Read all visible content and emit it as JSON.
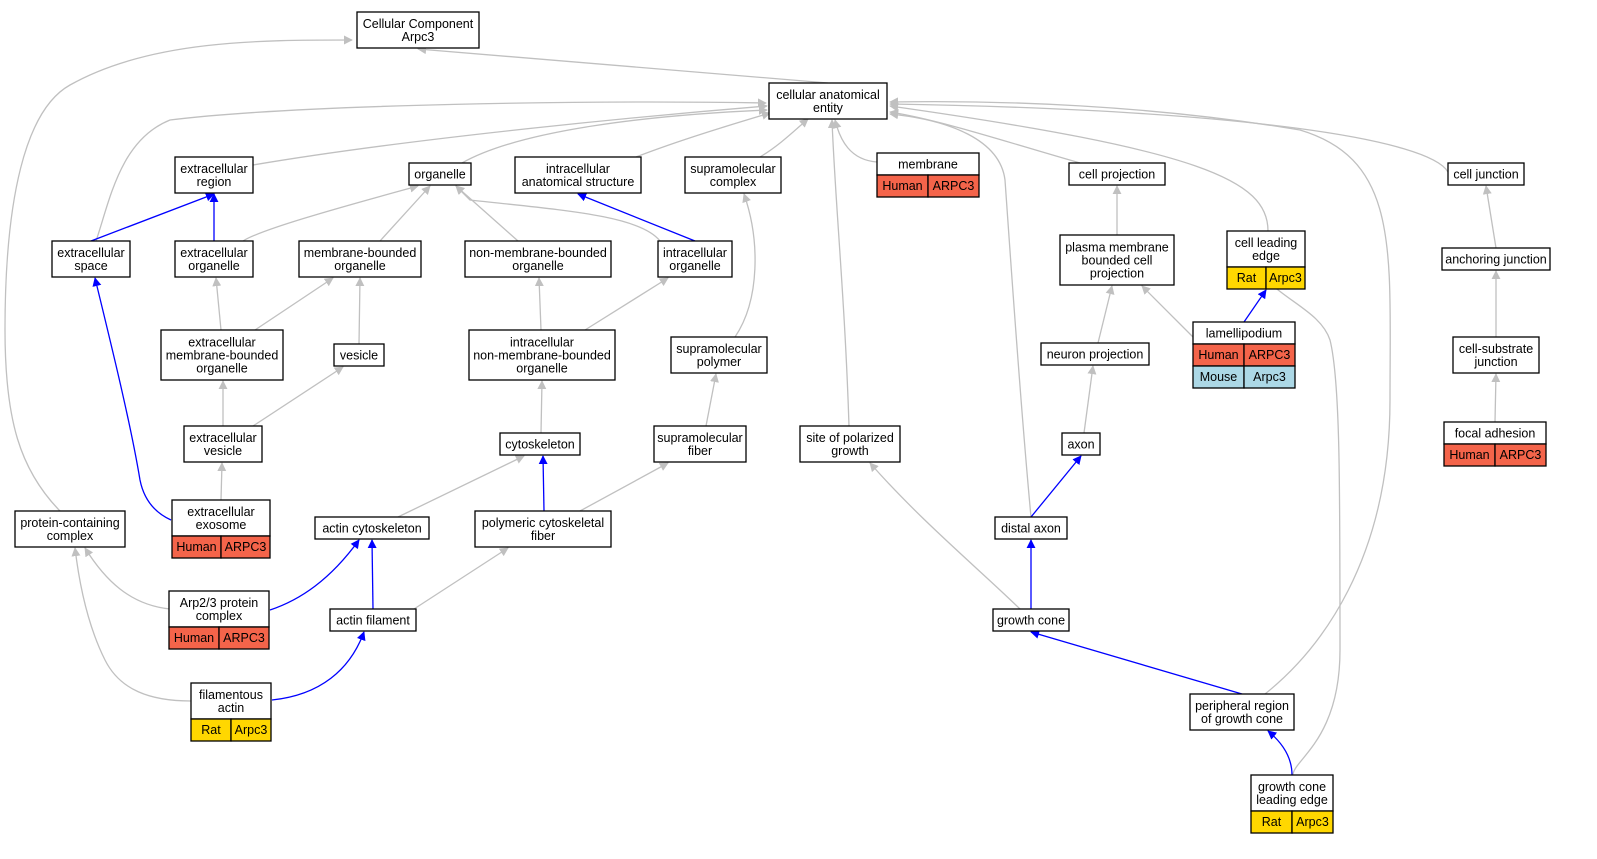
{
  "colors": {
    "edge_gray": "#c0c0c0",
    "edge_blue": "#0000ff",
    "human": "#f4644a",
    "rat": "#ffd700",
    "mouse": "#acd8e6"
  },
  "nodes": [
    {
      "id": "root",
      "lines": [
        "Cellular Component",
        "Arpc3"
      ]
    },
    {
      "id": "cae",
      "lines": [
        "cellular anatomical",
        "entity"
      ]
    },
    {
      "id": "ext_region",
      "lines": [
        "extracellular",
        "region"
      ]
    },
    {
      "id": "organelle",
      "lines": [
        "organelle"
      ]
    },
    {
      "id": "ias",
      "lines": [
        "intracellular",
        "anatomical structure"
      ]
    },
    {
      "id": "smc",
      "lines": [
        "supramolecular",
        "complex"
      ]
    },
    {
      "id": "membrane",
      "lines": [
        "membrane"
      ],
      "tags": [
        {
          "label": "Human",
          "kind": "human"
        },
        {
          "label": "ARPC3",
          "kind": "human"
        }
      ]
    },
    {
      "id": "cell_proj",
      "lines": [
        "cell projection"
      ]
    },
    {
      "id": "cell_junction",
      "lines": [
        "cell junction"
      ]
    },
    {
      "id": "ext_space",
      "lines": [
        "extracellular",
        "space"
      ]
    },
    {
      "id": "ext_organelle",
      "lines": [
        "extracellular",
        "organelle"
      ]
    },
    {
      "id": "mbo",
      "lines": [
        "membrane-bounded",
        "organelle"
      ]
    },
    {
      "id": "nmbo",
      "lines": [
        "non-membrane-bounded",
        "organelle"
      ]
    },
    {
      "id": "ic_organelle",
      "lines": [
        "intracellular",
        "organelle"
      ]
    },
    {
      "id": "pmbcp",
      "lines": [
        "plasma membrane",
        "bounded cell",
        "projection"
      ]
    },
    {
      "id": "cle",
      "lines": [
        "cell leading",
        "edge"
      ],
      "tags": [
        {
          "label": "Rat",
          "kind": "rat"
        },
        {
          "label": "Arpc3",
          "kind": "rat"
        }
      ]
    },
    {
      "id": "anch_junction",
      "lines": [
        "anchoring junction"
      ]
    },
    {
      "id": "embo",
      "lines": [
        "extracellular",
        "membrane-bounded",
        "organelle"
      ]
    },
    {
      "id": "vesicle",
      "lines": [
        "vesicle"
      ]
    },
    {
      "id": "inmbo",
      "lines": [
        "intracellular",
        "non-membrane-bounded",
        "organelle"
      ]
    },
    {
      "id": "smp",
      "lines": [
        "supramolecular",
        "polymer"
      ]
    },
    {
      "id": "lamellipodium",
      "lines": [
        "lamellipodium"
      ],
      "tags": [
        {
          "label": "Human",
          "kind": "human"
        },
        {
          "label": "ARPC3",
          "kind": "human"
        },
        {
          "label": "Mouse",
          "kind": "mouse"
        },
        {
          "label": "Arpc3",
          "kind": "mouse"
        }
      ]
    },
    {
      "id": "neuron_proj",
      "lines": [
        "neuron projection"
      ]
    },
    {
      "id": "csj",
      "lines": [
        "cell-substrate",
        "junction"
      ]
    },
    {
      "id": "ext_vesicle",
      "lines": [
        "extracellular",
        "vesicle"
      ]
    },
    {
      "id": "cytoskeleton",
      "lines": [
        "cytoskeleton"
      ]
    },
    {
      "id": "smf",
      "lines": [
        "supramolecular",
        "fiber"
      ]
    },
    {
      "id": "spg",
      "lines": [
        "site of polarized",
        "growth"
      ]
    },
    {
      "id": "axon",
      "lines": [
        "axon"
      ]
    },
    {
      "id": "focal_adhesion",
      "lines": [
        "focal adhesion"
      ],
      "tags": [
        {
          "label": "Human",
          "kind": "human"
        },
        {
          "label": "ARPC3",
          "kind": "human"
        }
      ]
    },
    {
      "id": "pcc",
      "lines": [
        "protein-containing",
        "complex"
      ]
    },
    {
      "id": "exosome",
      "lines": [
        "extracellular",
        "exosome"
      ],
      "tags": [
        {
          "label": "Human",
          "kind": "human"
        },
        {
          "label": "ARPC3",
          "kind": "human"
        }
      ]
    },
    {
      "id": "actin_cyto",
      "lines": [
        "actin cytoskeleton"
      ]
    },
    {
      "id": "pcf",
      "lines": [
        "polymeric cytoskeletal",
        "fiber"
      ]
    },
    {
      "id": "distal_axon",
      "lines": [
        "distal axon"
      ]
    },
    {
      "id": "arp23",
      "lines": [
        "Arp2/3 protein",
        "complex"
      ],
      "tags": [
        {
          "label": "Human",
          "kind": "human"
        },
        {
          "label": "ARPC3",
          "kind": "human"
        }
      ]
    },
    {
      "id": "actin_fil",
      "lines": [
        "actin filament"
      ]
    },
    {
      "id": "growth_cone",
      "lines": [
        "growth cone"
      ]
    },
    {
      "id": "fil_actin",
      "lines": [
        "filamentous",
        "actin"
      ],
      "tags": [
        {
          "label": "Rat",
          "kind": "rat"
        },
        {
          "label": "Arpc3",
          "kind": "rat"
        }
      ]
    },
    {
      "id": "prgc",
      "lines": [
        "peripheral region",
        "of growth cone"
      ]
    },
    {
      "id": "gcle",
      "lines": [
        "growth cone",
        "leading edge"
      ],
      "tags": [
        {
          "label": "Rat",
          "kind": "rat"
        },
        {
          "label": "Arpc3",
          "kind": "rat"
        }
      ]
    }
  ],
  "edges": [
    {
      "from": "cae",
      "to": "root",
      "color": "gray"
    },
    {
      "from": "pcc",
      "to": "root",
      "color": "gray"
    },
    {
      "from": "ext_region",
      "to": "cae",
      "color": "gray"
    },
    {
      "from": "organelle",
      "to": "cae",
      "color": "gray"
    },
    {
      "from": "ias",
      "to": "cae",
      "color": "gray"
    },
    {
      "from": "smc",
      "to": "cae",
      "color": "gray"
    },
    {
      "from": "membrane",
      "to": "cae",
      "color": "gray"
    },
    {
      "from": "cell_proj",
      "to": "cae",
      "color": "gray"
    },
    {
      "from": "cell_junction",
      "to": "cae",
      "color": "gray"
    },
    {
      "from": "ext_space",
      "to": "cae",
      "color": "gray"
    },
    {
      "from": "cle",
      "to": "cae",
      "color": "gray"
    },
    {
      "from": "spg",
      "to": "cae",
      "color": "gray"
    },
    {
      "from": "distal_axon",
      "to": "cae",
      "color": "gray"
    },
    {
      "from": "prgc",
      "to": "cae",
      "color": "gray"
    },
    {
      "from": "ext_space",
      "to": "ext_region",
      "color": "blue"
    },
    {
      "from": "ext_organelle",
      "to": "ext_region",
      "color": "blue"
    },
    {
      "from": "ext_organelle",
      "to": "organelle",
      "color": "gray"
    },
    {
      "from": "mbo",
      "to": "organelle",
      "color": "gray"
    },
    {
      "from": "nmbo",
      "to": "organelle",
      "color": "gray"
    },
    {
      "from": "ic_organelle",
      "to": "organelle",
      "color": "gray"
    },
    {
      "from": "ic_organelle",
      "to": "ias",
      "color": "blue"
    },
    {
      "from": "smp",
      "to": "smc",
      "color": "gray"
    },
    {
      "from": "pmbcp",
      "to": "cell_proj",
      "color": "gray"
    },
    {
      "from": "lamellipodium",
      "to": "cle",
      "color": "blue"
    },
    {
      "from": "gcle",
      "to": "cle",
      "color": "gray"
    },
    {
      "from": "lamellipodium",
      "to": "pmbcp",
      "color": "gray"
    },
    {
      "from": "neuron_proj",
      "to": "pmbcp",
      "color": "gray"
    },
    {
      "from": "anch_junction",
      "to": "cell_junction",
      "color": "gray"
    },
    {
      "from": "csj",
      "to": "anch_junction",
      "color": "gray"
    },
    {
      "from": "focal_adhesion",
      "to": "csj",
      "color": "gray"
    },
    {
      "from": "embo",
      "to": "ext_organelle",
      "color": "gray"
    },
    {
      "from": "embo",
      "to": "mbo",
      "color": "gray"
    },
    {
      "from": "vesicle",
      "to": "mbo",
      "color": "gray"
    },
    {
      "from": "inmbo",
      "to": "nmbo",
      "color": "gray"
    },
    {
      "from": "inmbo",
      "to": "ic_organelle",
      "color": "gray"
    },
    {
      "from": "ext_vesicle",
      "to": "embo",
      "color": "gray"
    },
    {
      "from": "ext_vesicle",
      "to": "vesicle",
      "color": "gray"
    },
    {
      "from": "cytoskeleton",
      "to": "inmbo",
      "color": "gray"
    },
    {
      "from": "smf",
      "to": "smp",
      "color": "gray"
    },
    {
      "from": "axon",
      "to": "neuron_proj",
      "color": "gray"
    },
    {
      "from": "exosome",
      "to": "ext_vesicle",
      "color": "gray"
    },
    {
      "from": "exosome",
      "to": "ext_space",
      "color": "blue"
    },
    {
      "from": "actin_cyto",
      "to": "cytoskeleton",
      "color": "gray"
    },
    {
      "from": "pcf",
      "to": "cytoskeleton",
      "color": "blue"
    },
    {
      "from": "pcf",
      "to": "smf",
      "color": "gray"
    },
    {
      "from": "distal_axon",
      "to": "axon",
      "color": "blue"
    },
    {
      "from": "arp23",
      "to": "pcc",
      "color": "gray"
    },
    {
      "from": "fil_actin",
      "to": "pcc",
      "color": "gray"
    },
    {
      "from": "arp23",
      "to": "actin_cyto",
      "color": "blue"
    },
    {
      "from": "actin_fil",
      "to": "actin_cyto",
      "color": "blue"
    },
    {
      "from": "actin_fil",
      "to": "pcf",
      "color": "gray"
    },
    {
      "from": "growth_cone",
      "to": "distal_axon",
      "color": "blue"
    },
    {
      "from": "growth_cone",
      "to": "spg",
      "color": "gray"
    },
    {
      "from": "fil_actin",
      "to": "actin_fil",
      "color": "blue"
    },
    {
      "from": "prgc",
      "to": "growth_cone",
      "color": "blue"
    },
    {
      "from": "gcle",
      "to": "prgc",
      "color": "blue"
    }
  ]
}
